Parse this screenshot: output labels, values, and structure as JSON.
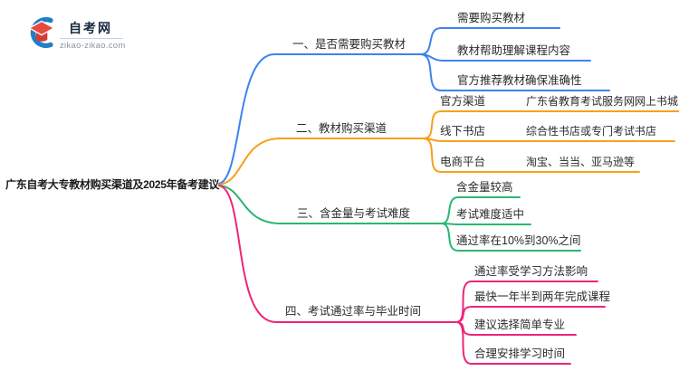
{
  "logo": {
    "site_name": "自考网",
    "domain": "zikao-zikao.com"
  },
  "colors": {
    "branch1": "#3d82f2",
    "branch2": "#f7a11a",
    "branch3": "#2bb673",
    "branch4": "#ee2577",
    "topic_text": "#1a1a1a",
    "node_text": "#2b2b2b",
    "logo_red": "#e84a3f",
    "logo_red_dark": "#d23c33",
    "logo_blue": "#1e7fc9",
    "logo_text": "#15283c",
    "logo_domain": "#8a959e"
  },
  "mindmap": {
    "central_topic": "广东自考大专教材购买渠道及2025年备考建议",
    "branches": [
      {
        "label": "一、是否需要购买教材",
        "color_key": "branch1",
        "children": [
          {
            "label": "需要购买教材"
          },
          {
            "label": "教材帮助理解课程内容"
          },
          {
            "label": "官方推荐教材确保准确性"
          }
        ]
      },
      {
        "label": "二、教材购买渠道",
        "color_key": "branch2",
        "children": [
          {
            "label": "官方渠道",
            "children": [
              {
                "label": "广东省教育考试服务网网上书城"
              }
            ]
          },
          {
            "label": "线下书店",
            "children": [
              {
                "label": "综合性书店或专门考试书店"
              }
            ]
          },
          {
            "label": "电商平台",
            "children": [
              {
                "label": "淘宝、当当、亚马逊等"
              }
            ]
          }
        ]
      },
      {
        "label": "三、含金量与考试难度",
        "color_key": "branch3",
        "children": [
          {
            "label": "含金量较高"
          },
          {
            "label": "考试难度适中"
          },
          {
            "label": "通过率在10%到30%之间"
          }
        ]
      },
      {
        "label": "四、考试通过率与毕业时间",
        "color_key": "branch4",
        "children": [
          {
            "label": "通过率受学习方法影响"
          },
          {
            "label": "最快一年半到两年完成课程"
          },
          {
            "label": "建议选择简单专业"
          },
          {
            "label": "合理安排学习时间"
          }
        ]
      }
    ]
  }
}
